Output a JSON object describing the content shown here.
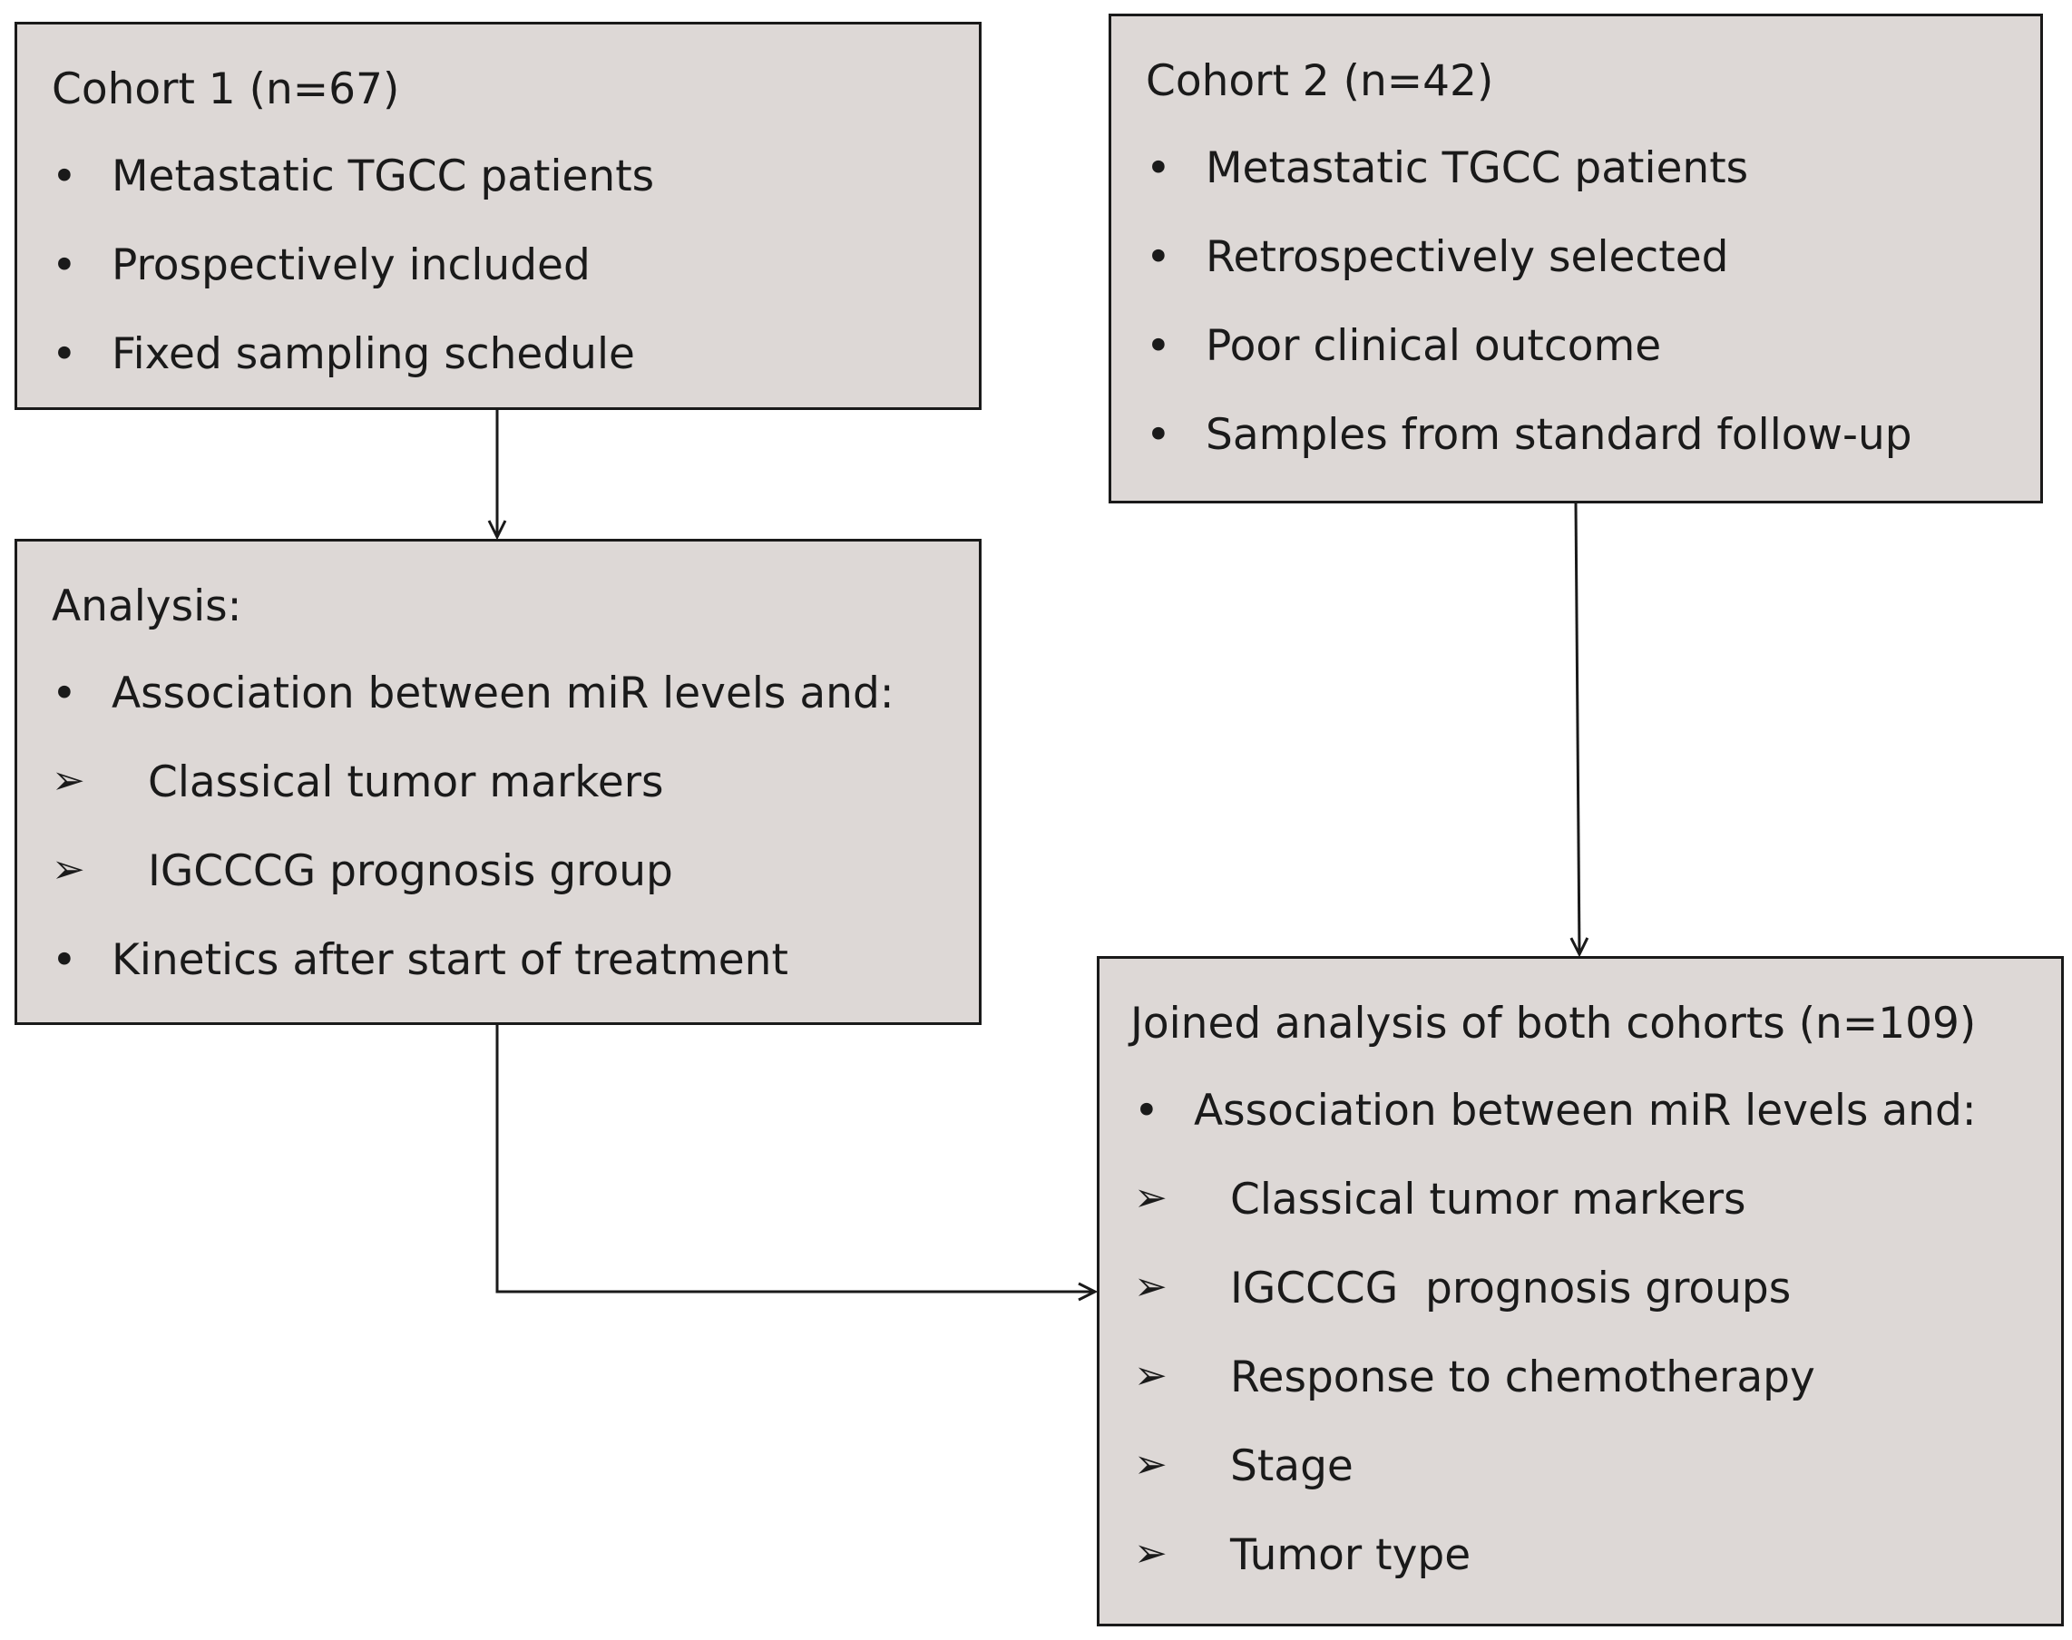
{
  "cohort1": {
    "title": "Cohort 1 (n=67)",
    "items": [
      {
        "marker": "bullet",
        "text": "Metastatic TGCC patients"
      },
      {
        "marker": "bullet",
        "text": "Prospectively included"
      },
      {
        "marker": "bullet",
        "text": "Fixed sampling schedule"
      }
    ]
  },
  "cohort2": {
    "title": "Cohort 2 (n=42)",
    "items": [
      {
        "marker": "bullet",
        "text": "Metastatic TGCC patients"
      },
      {
        "marker": "bullet",
        "text": "Retrospectively selected"
      },
      {
        "marker": "bullet",
        "text": "Poor clinical outcome"
      },
      {
        "marker": "bullet",
        "text": "Samples from standard follow-up"
      }
    ]
  },
  "analysis": {
    "title": "Analysis:",
    "items": [
      {
        "marker": "bullet",
        "text": "Association between miR levels and:"
      },
      {
        "marker": "arrow",
        "text": "Classical tumor markers"
      },
      {
        "marker": "arrow",
        "text": "IGCCCG prognosis group"
      },
      {
        "marker": "bullet",
        "text": "Kinetics after start of treatment"
      }
    ]
  },
  "joined": {
    "title": "Joined analysis of both cohorts (n=109)",
    "items": [
      {
        "marker": "bullet",
        "text": "Association between miR levels and:"
      },
      {
        "marker": "arrow",
        "text": "Classical tumor markers"
      },
      {
        "marker": "arrow",
        "text": "IGCCCG  prognosis groups"
      },
      {
        "marker": "arrow",
        "text": "Response to chemotherapy"
      },
      {
        "marker": "arrow",
        "text": "Stage"
      },
      {
        "marker": "arrow",
        "text": "Tumor type"
      }
    ]
  },
  "markers": {
    "bullet": "•",
    "arrow": "➢"
  },
  "colors": {
    "box_fill": "#ddd8d6",
    "border": "#1a1a1a",
    "text": "#1a1a1a"
  }
}
